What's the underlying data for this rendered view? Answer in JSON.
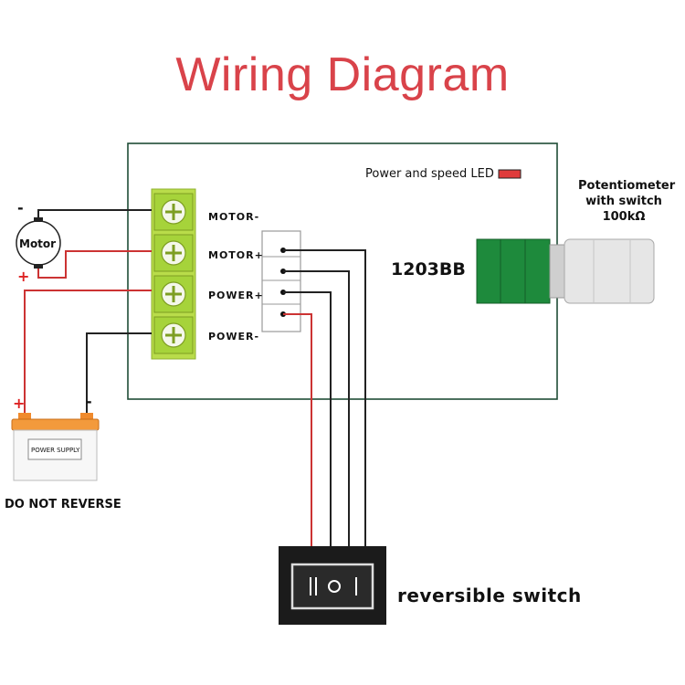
{
  "title": "Wiring Diagram",
  "board": {
    "model": "1203BB",
    "led_label": "Power and speed LED",
    "potentiometer_label": [
      "Potentiometer",
      "with switch",
      "100kΩ"
    ],
    "terminals": [
      "MOTOR-",
      "MOTOR+",
      "POWER+",
      "POWER-"
    ]
  },
  "motor": {
    "label": "Motor",
    "minus_sign": "-",
    "plus_sign": "+"
  },
  "power_supply": {
    "label": "POWER SUPPLY",
    "plus_sign": "+",
    "minus_sign": "-",
    "warning": "DO NOT REVERSE"
  },
  "switch": {
    "label": "reversible switch",
    "glyphs": "II O I"
  },
  "colors": {
    "title": "#d9434a",
    "board_border": "#1f4d36",
    "terminal_green": "#a6d33a",
    "wire_red": "#cc3333",
    "wire_black": "#222222",
    "potentiometer_green": "#1e8a3c",
    "led_red": "#e03b3b"
  }
}
